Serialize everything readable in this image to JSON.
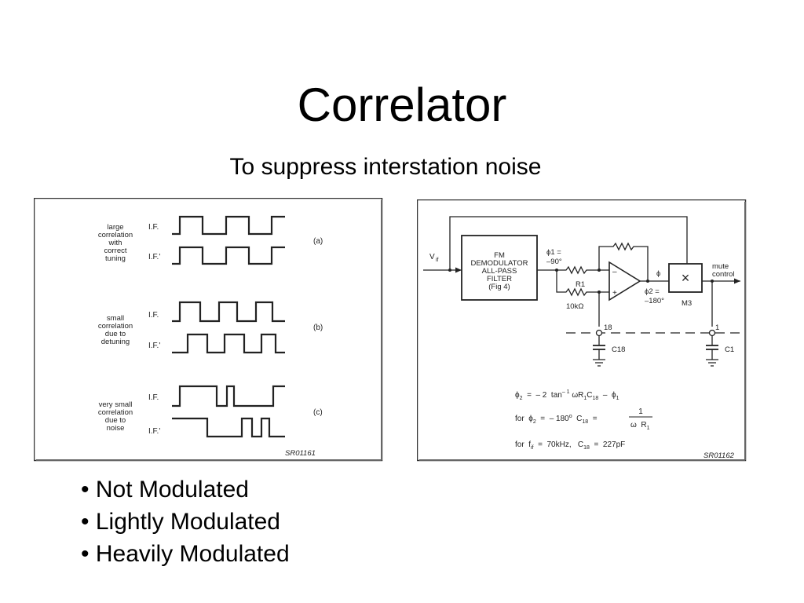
{
  "slide": {
    "title": "Correlator",
    "subtitle": "To suppress interstation noise",
    "bullets": [
      "Not Modulated",
      "Lightly Modulated",
      "Heavily Modulated"
    ]
  },
  "figure_left": {
    "ref": "SR01161",
    "groups": [
      {
        "desc": [
          "large",
          "correlation",
          "with",
          "correct",
          "tuning"
        ],
        "tag": "(a)",
        "if_label": "I.F.",
        "if2_label": "I.F.'"
      },
      {
        "desc": [
          "small",
          "correlation",
          "due to",
          "detuning"
        ],
        "tag": "(b)",
        "if_label": "I.F.",
        "if2_label": "I.F.'"
      },
      {
        "desc": [
          "very small",
          "correlation",
          "due to",
          "noise"
        ],
        "tag": "(c)",
        "if_label": "I.F.",
        "if2_label": "I.F.'"
      }
    ]
  },
  "figure_right": {
    "ref": "SR01162",
    "input_label": "V",
    "input_sub": "if",
    "block_lines": [
      "FM",
      "DEMODULATOR",
      "ALL-PASS",
      "FILTER",
      "(Fig 4)"
    ],
    "phi1": [
      "ϕ1 =",
      "–90°"
    ],
    "phi2": [
      "ϕ2 =",
      "–180°"
    ],
    "phi": "ϕ",
    "r1_label": "R1",
    "r1_value": "10kΩ",
    "opamp_minus": "–",
    "opamp_plus": "+",
    "mixer_symbol": "×",
    "mixer_label": "M3",
    "output_label": [
      "mute",
      "control"
    ],
    "pin18": "18",
    "pin1": "1",
    "c18_label": "C18",
    "c1_label": "C1",
    "eq1": [
      "ϕ",
      "2",
      "  =  – 2  tan",
      "– 1",
      " ωR",
      "1",
      "C",
      "18",
      "  –  ϕ",
      "1"
    ],
    "eq2_prefix": "for  ϕ",
    "eq2_prefix_sub": "2",
    "eq2_mid": "  =  – 180",
    "eq2_deg": "o",
    "eq2_c": "  C",
    "eq2_c_sub": "18",
    "eq2_eq": "  =",
    "eq2_num": "1",
    "eq2_den": "ω  R",
    "eq2_den_sub": "1",
    "eq3": [
      "for  f",
      "if",
      "  =  70kHz,   C",
      "18",
      "  =  227pF"
    ]
  }
}
